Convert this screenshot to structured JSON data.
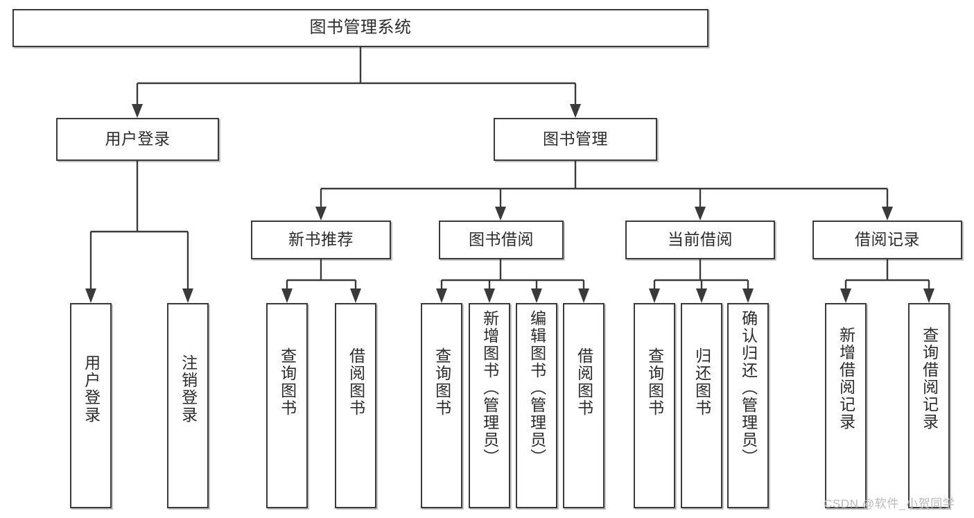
{
  "diagram": {
    "type": "tree",
    "title": "图书管理系统",
    "orientation": "top-down",
    "colors": {
      "box_border": "#3a3a3a",
      "box_fill": "#ffffff",
      "connector": "#3a3a3a",
      "text": "#2b2b2b",
      "watermark": "#b9b9b9",
      "background": "#ffffff"
    },
    "root": {
      "label": "图书管理系统"
    },
    "level2": [
      {
        "label": "用户登录"
      },
      {
        "label": "图书管理"
      }
    ],
    "level3": [
      {
        "label": "新书推荐"
      },
      {
        "label": "图书借阅"
      },
      {
        "label": "当前借阅"
      },
      {
        "label": "借阅记录"
      }
    ],
    "leaves": {
      "user_login": [
        {
          "label": "用户登录"
        },
        {
          "label": "注销登录"
        }
      ],
      "new_book_recommend": [
        {
          "label": "查询图书"
        },
        {
          "label": "借阅图书"
        }
      ],
      "book_borrow": [
        {
          "label": "查询图书"
        },
        {
          "label": "新增图书（管理员）"
        },
        {
          "label": "编辑图书（管理员）"
        },
        {
          "label": "借阅图书"
        }
      ],
      "current_borrow": [
        {
          "label": "查询图书"
        },
        {
          "label": "归还图书"
        },
        {
          "label": "确认归还（管理员）"
        }
      ],
      "borrow_record": [
        {
          "label": "新增借阅记录"
        },
        {
          "label": "查询借阅记录"
        }
      ]
    }
  },
  "watermark": {
    "text": "CSDN @软件_小贺同学"
  }
}
